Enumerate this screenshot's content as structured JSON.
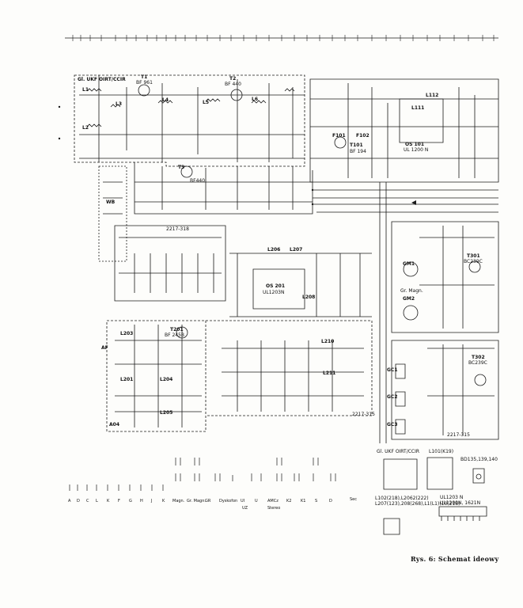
{
  "caption": "Rys. 6: Schemat ideowy",
  "blocks": {
    "ukf": "Gl. UKF OIRT/CCIR",
    "ukf_legend": "Gl. UKF OIRT/CCIR",
    "wb": "WB",
    "af": "AF",
    "sec": "Sec"
  },
  "components": {
    "t1": "T1",
    "t1_type": "BF 961",
    "t2": "T2",
    "t2_type": "BF 440",
    "t3": "T3",
    "t3_type": "BF440",
    "t101": "T101",
    "t101_type": "BF 194",
    "t201": "T201",
    "t201_type": "BF 245B",
    "t301": "T301",
    "t301_type": "BC239C",
    "t302": "T302",
    "t302_type": "BC239C",
    "l1": "L1",
    "l2": "L2",
    "l3": "L3",
    "l4": "L4",
    "l5": "L5",
    "l6": "L6",
    "l111": "L111",
    "l112": "L112",
    "l203": "L203",
    "l201": "L201",
    "l204": "L204",
    "l205": "L205",
    "l206": "L206",
    "l207": "L207",
    "l208": "L208",
    "l210": "L210",
    "l211": "L211",
    "os101": "OS 101",
    "os101_type": "UL 1200 N",
    "os201": "OS 201",
    "os201_type": "UL1203N",
    "f101": "F101",
    "f102": "F102",
    "gm1": "GM1",
    "gm_magn": "Gr. Magn.",
    "gm2": "GM2",
    "gc1": "GC1",
    "gc2": "GC2",
    "gc3": "GC3",
    "a04": "A04",
    "c2217_318": "2217-318",
    "c2217_315a": "2217-315",
    "c2217_315b": "2217-315"
  },
  "switch_labels": [
    "A",
    "D",
    "C",
    "L",
    "K",
    "F",
    "G",
    "H",
    "J",
    "K",
    "Magn.",
    "Gr. Magn.",
    "GR",
    "Dyskofon",
    "UI",
    "U",
    "AMCz",
    "K2",
    "K1",
    "S",
    "D"
  ],
  "switch_sublabels": [
    "UZ",
    "Stereo"
  ],
  "legend": {
    "l101": "L101(K19)",
    "bd": "BD135,139,140",
    "ul1203": "UL1203 N",
    "ul1200": "UL1200N, 1621N",
    "coil_list_1": "L102(218),L2062(222)",
    "coil_list_2": "L207(123),208(268),L1(L1)(10(218)"
  }
}
